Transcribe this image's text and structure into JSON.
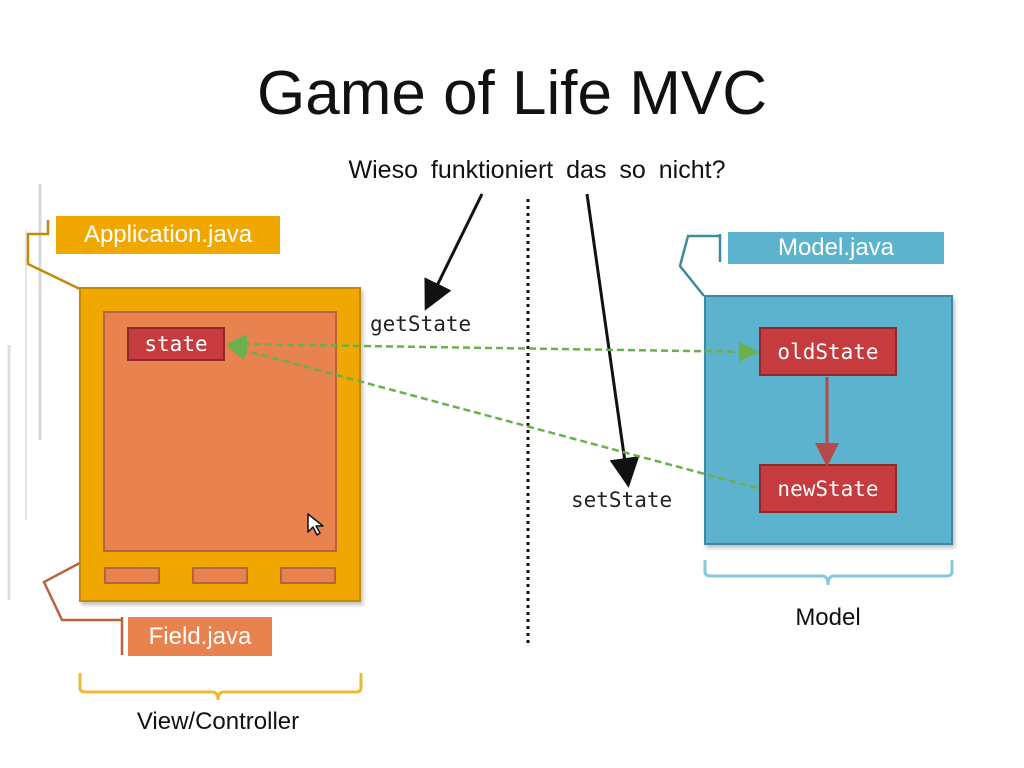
{
  "slide": {
    "title": "Game of Life MVC",
    "question": "Wieso funktioniert das so nicht?"
  },
  "view": {
    "file_label": "Application.java",
    "field_label": "Field.java",
    "state_label": "state",
    "group_label": "View/Controller"
  },
  "model": {
    "file_label": "Model.java",
    "old_state_label": "oldState",
    "new_state_label": "newState",
    "group_label": "Model"
  },
  "methods": {
    "get": "getState",
    "set": "setState"
  },
  "colors": {
    "application_frame": "#f0a800",
    "field_panel": "#e8834f",
    "model_frame": "#5db3cd",
    "state_box": "#c63b3e",
    "connector_dashed": "#6ab04c"
  }
}
